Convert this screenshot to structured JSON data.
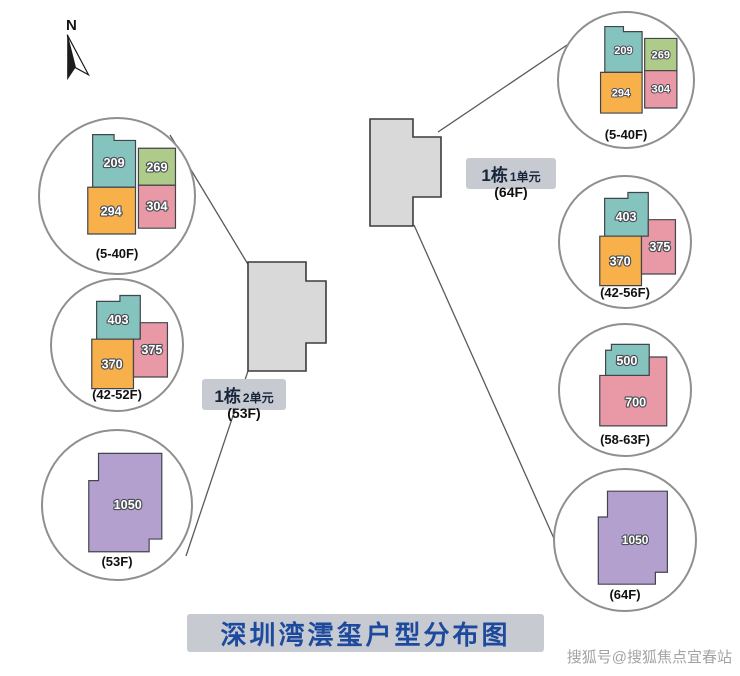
{
  "title": "深圳湾澐玺户型分布图",
  "watermark": "搜狐号@搜狐焦点宜春站",
  "north": {
    "label": "N"
  },
  "palette": {
    "teal": "#85c3bf",
    "green": "#aecb8a",
    "orange": "#f7b04a",
    "pink": "#e998a5",
    "purple": "#b3a0cf",
    "building_fill": "#d9d9d9",
    "building_stroke": "#3c3c3c",
    "circle_border": "#8f8f8f",
    "badge_bg": "#c7cbd1",
    "title_color": "#1d4a9e",
    "line_color": "#5a5a5a"
  },
  "buildings": {
    "left": {
      "name": "1栋",
      "unit": "2单元",
      "floors": "(53F)"
    },
    "right": {
      "name": "1栋",
      "unit": "1单元",
      "floors": "(64F)"
    }
  },
  "left_circles": [
    {
      "floors": "(5-40F)",
      "units": [
        "209",
        "269",
        "294",
        "304"
      ]
    },
    {
      "floors": "(42-52F)",
      "units": [
        "403",
        "370",
        "375"
      ]
    },
    {
      "floors": "(53F)",
      "units": [
        "1050"
      ]
    }
  ],
  "right_circles": [
    {
      "floors": "(5-40F)",
      "units": [
        "209",
        "269",
        "294",
        "304"
      ]
    },
    {
      "floors": "(42-56F)",
      "units": [
        "403",
        "370",
        "375"
      ]
    },
    {
      "floors": "(58-63F)",
      "units": [
        "500",
        "700"
      ]
    },
    {
      "floors": "(64F)",
      "units": [
        "1050"
      ]
    }
  ]
}
